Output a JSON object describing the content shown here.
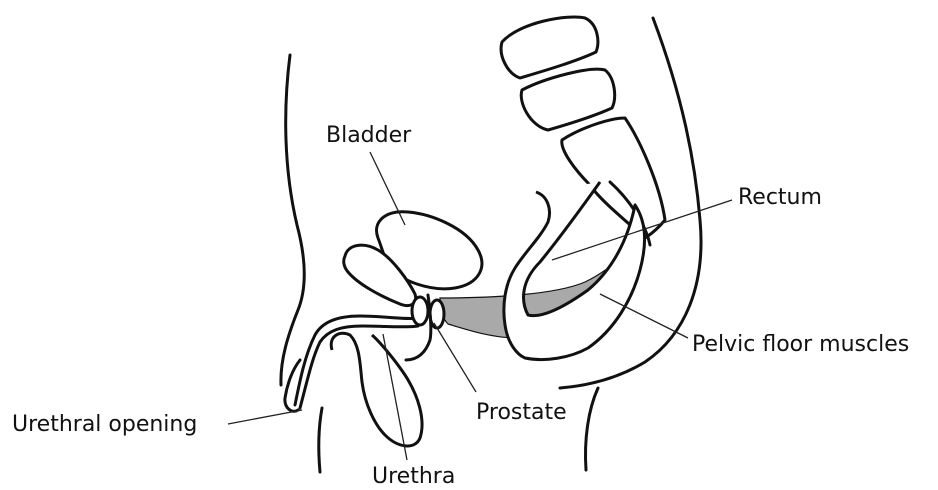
{
  "labels": {
    "bladder": "Bladder",
    "rectum": "Rectum",
    "pelvic_floor_muscles": "Pelvic floor muscles",
    "prostate": "Prostate",
    "urethral_opening": "Urethral opening",
    "urethra": "Urethra"
  },
  "colors": {
    "outline": "#111111",
    "pelvic_floor_fill": "#a9a9a9",
    "background": "#ffffff"
  }
}
